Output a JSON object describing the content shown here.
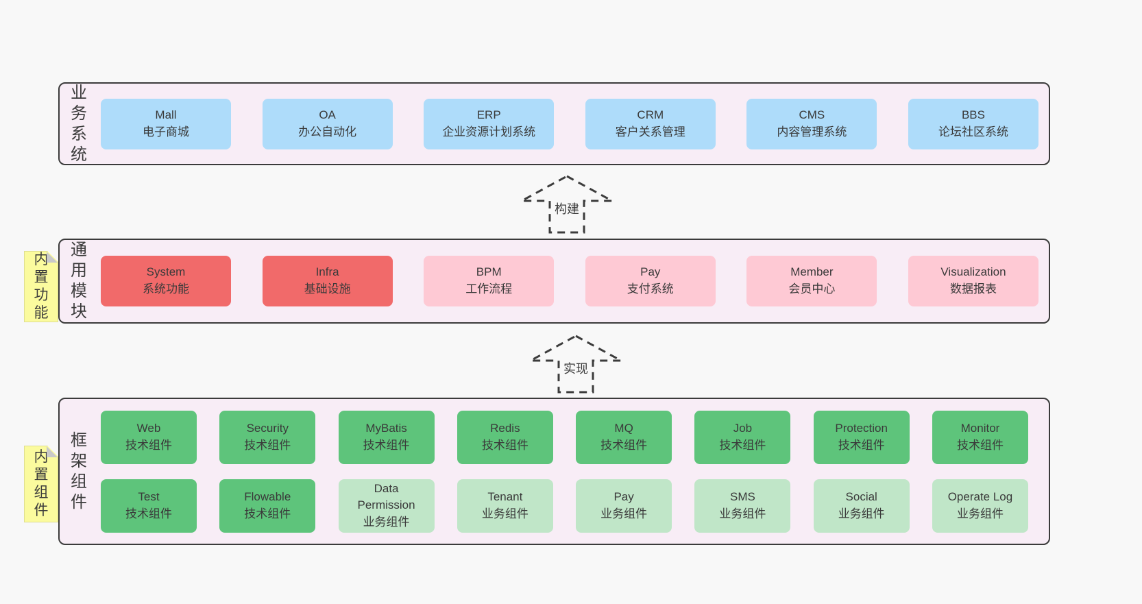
{
  "colors": {
    "page_bg": "#f8f8f8",
    "panel_bg": "#f8edf6",
    "panel_border": "#3b3b3b",
    "box_blue": "#aedcfa",
    "box_red": "#f16a6a",
    "box_pink": "#fec9d4",
    "box_green": "#5ec47b",
    "box_green_light": "#c0e6c8",
    "sticky_yellow": "#fbfb9e",
    "sticky_border": "#dede8e",
    "sticky_fold": "#c9c9c9",
    "text": "#3a3a3a"
  },
  "sections": [
    {
      "id": "business-systems",
      "label": "业务系统",
      "boxes": [
        {
          "en": "Mall",
          "zh": "电子商城",
          "variant": "blue"
        },
        {
          "en": "OA",
          "zh": "办公自动化",
          "variant": "blue"
        },
        {
          "en": "ERP",
          "zh": "企业资源计划系统",
          "variant": "blue"
        },
        {
          "en": "CRM",
          "zh": "客户关系管理",
          "variant": "blue"
        },
        {
          "en": "CMS",
          "zh": "内容管理系统",
          "variant": "blue"
        },
        {
          "en": "BBS",
          "zh": "论坛社区系统",
          "variant": "blue"
        }
      ]
    },
    {
      "id": "common-modules",
      "label": "通用模块",
      "boxes": [
        {
          "en": "System",
          "zh": "系统功能",
          "variant": "red"
        },
        {
          "en": "Infra",
          "zh": "基础设施",
          "variant": "red"
        },
        {
          "en": "BPM",
          "zh": "工作流程",
          "variant": "pink"
        },
        {
          "en": "Pay",
          "zh": "支付系统",
          "variant": "pink"
        },
        {
          "en": "Member",
          "zh": "会员中心",
          "variant": "pink"
        },
        {
          "en": "Visualization",
          "zh": "数据报表",
          "variant": "pink"
        }
      ]
    },
    {
      "id": "framework-components",
      "label": "框架组件",
      "rows": [
        [
          {
            "en": "Web",
            "zh": "技术组件",
            "variant": "green"
          },
          {
            "en": "Security",
            "zh": "技术组件",
            "variant": "green"
          },
          {
            "en": "MyBatis",
            "zh": "技术组件",
            "variant": "green"
          },
          {
            "en": "Redis",
            "zh": "技术组件",
            "variant": "green"
          },
          {
            "en": "MQ",
            "zh": "技术组件",
            "variant": "green"
          },
          {
            "en": "Job",
            "zh": "技术组件",
            "variant": "green"
          },
          {
            "en": "Protection",
            "zh": "技术组件",
            "variant": "green"
          },
          {
            "en": "Monitor",
            "zh": "技术组件",
            "variant": "green"
          }
        ],
        [
          {
            "en": "Test",
            "zh": "技术组件",
            "variant": "green"
          },
          {
            "en": "Flowable",
            "zh": "技术组件",
            "variant": "green"
          },
          {
            "en": "Data Permission",
            "zh": "业务组件",
            "variant": "lightgreen"
          },
          {
            "en": "Tenant",
            "zh": "业务组件",
            "variant": "lightgreen"
          },
          {
            "en": "Pay",
            "zh": "业务组件",
            "variant": "lightgreen"
          },
          {
            "en": "SMS",
            "zh": "业务组件",
            "variant": "lightgreen"
          },
          {
            "en": "Social",
            "zh": "业务组件",
            "variant": "lightgreen"
          },
          {
            "en": "Operate Log",
            "zh": "业务组件",
            "variant": "lightgreen"
          }
        ]
      ]
    }
  ],
  "arrows": [
    {
      "label": "构建"
    },
    {
      "label": "实现"
    }
  ],
  "stickies": [
    {
      "label": "内置功能"
    },
    {
      "label": "内置组件"
    }
  ]
}
